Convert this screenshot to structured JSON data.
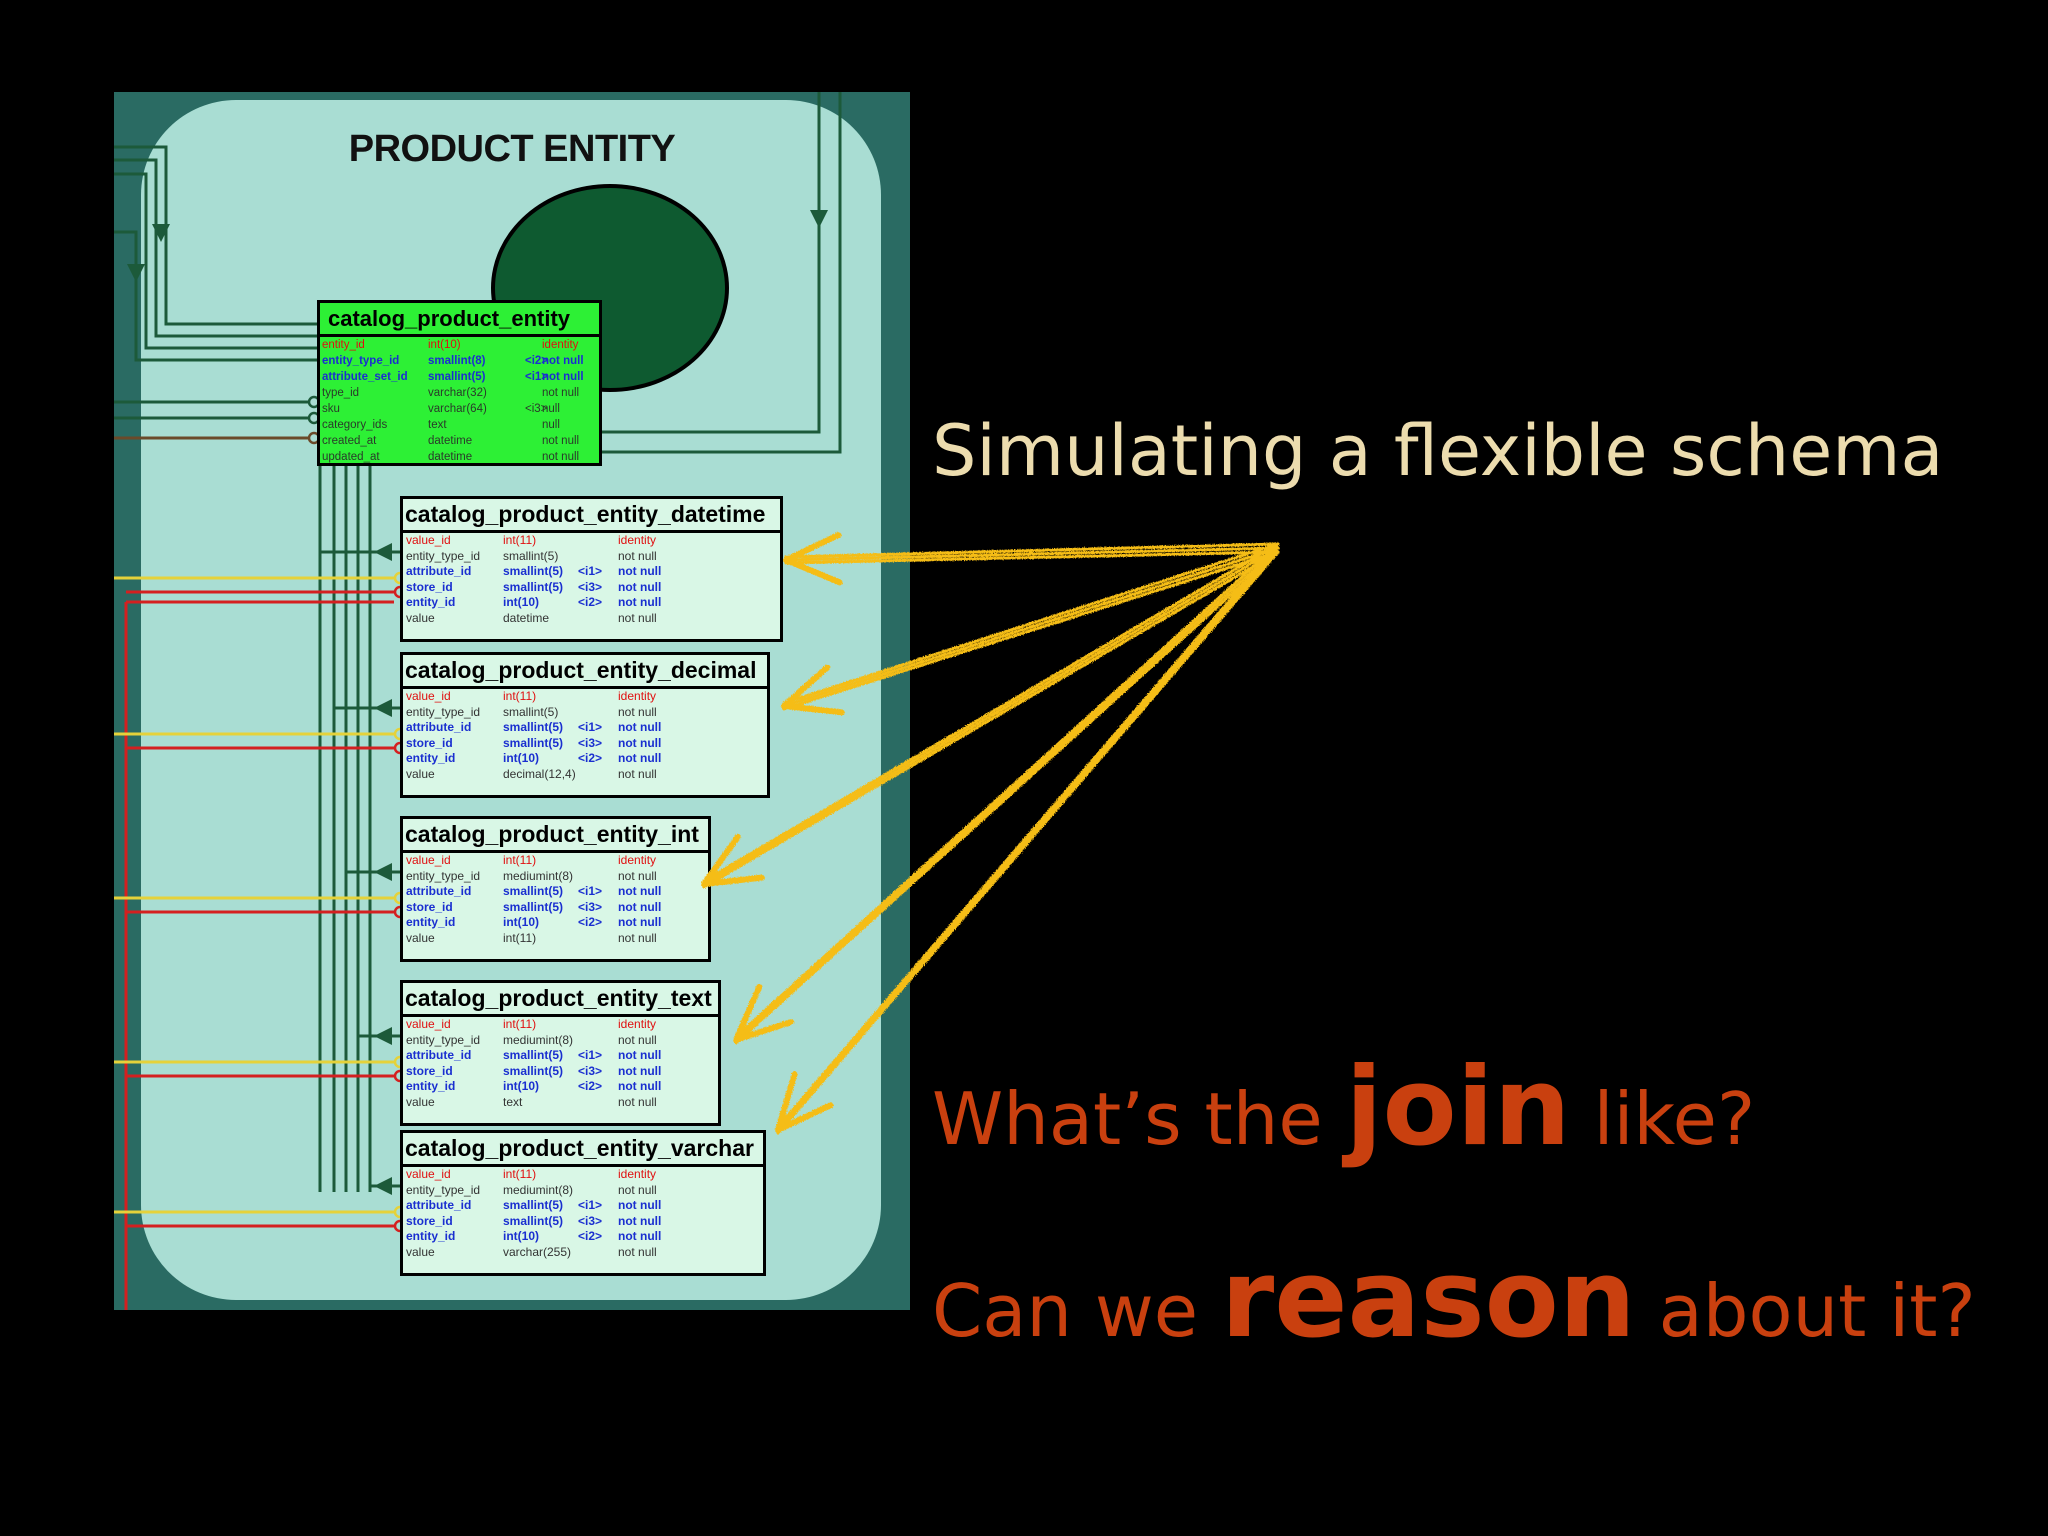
{
  "diagram": {
    "title": "PRODUCT ENTITY",
    "main_table": {
      "name": "catalog_product_entity",
      "rows": [
        {
          "col": "entity_id",
          "type": "int(10)",
          "key": "",
          "null": "identity",
          "kind": "key"
        },
        {
          "col": "entity_type_id",
          "type": "smallint(8)",
          "key": "<i2>",
          "null": "not null",
          "kind": "fk"
        },
        {
          "col": "attribute_set_id",
          "type": "smallint(5)",
          "key": "<i1>",
          "null": "not null",
          "kind": "fk"
        },
        {
          "col": "type_id",
          "type": "varchar(32)",
          "key": "",
          "null": "not null",
          "kind": "plain"
        },
        {
          "col": "sku",
          "type": "varchar(64)",
          "key": "<i3>",
          "null": "null",
          "kind": "plain"
        },
        {
          "col": "category_ids",
          "type": "text",
          "key": "",
          "null": "null",
          "kind": "plain"
        },
        {
          "col": "created_at",
          "type": "datetime",
          "key": "",
          "null": "not null",
          "kind": "plain"
        },
        {
          "col": "updated_at",
          "type": "datetime",
          "key": "",
          "null": "not null",
          "kind": "plain"
        }
      ]
    },
    "tables": [
      {
        "name": "catalog_product_entity_datetime",
        "rows": [
          {
            "col": "value_id",
            "type": "int(11)",
            "key": "",
            "null": "identity",
            "kind": "key"
          },
          {
            "col": "entity_type_id",
            "type": "smallint(5)",
            "key": "",
            "null": "not null",
            "kind": "plain"
          },
          {
            "col": "attribute_id",
            "type": "smallint(5)",
            "key": "<i1>",
            "null": "not null",
            "kind": "fk"
          },
          {
            "col": "store_id",
            "type": "smallint(5)",
            "key": "<i3>",
            "null": "not null",
            "kind": "fk"
          },
          {
            "col": "entity_id",
            "type": "int(10)",
            "key": "<i2>",
            "null": "not null",
            "kind": "fk"
          },
          {
            "col": "value",
            "type": "datetime",
            "key": "",
            "null": "not null",
            "kind": "plain"
          }
        ]
      },
      {
        "name": "catalog_product_entity_decimal",
        "rows": [
          {
            "col": "value_id",
            "type": "int(11)",
            "key": "",
            "null": "identity",
            "kind": "key"
          },
          {
            "col": "entity_type_id",
            "type": "smallint(5)",
            "key": "",
            "null": "not null",
            "kind": "plain"
          },
          {
            "col": "attribute_id",
            "type": "smallint(5)",
            "key": "<i1>",
            "null": "not null",
            "kind": "fk"
          },
          {
            "col": "store_id",
            "type": "smallint(5)",
            "key": "<i3>",
            "null": "not null",
            "kind": "fk"
          },
          {
            "col": "entity_id",
            "type": "int(10)",
            "key": "<i2>",
            "null": "not null",
            "kind": "fk"
          },
          {
            "col": "value",
            "type": "decimal(12,4)",
            "key": "",
            "null": "not null",
            "kind": "plain"
          }
        ]
      },
      {
        "name": "catalog_product_entity_int",
        "rows": [
          {
            "col": "value_id",
            "type": "int(11)",
            "key": "",
            "null": "identity",
            "kind": "key"
          },
          {
            "col": "entity_type_id",
            "type": "mediumint(8)",
            "key": "",
            "null": "not null",
            "kind": "plain"
          },
          {
            "col": "attribute_id",
            "type": "smallint(5)",
            "key": "<i1>",
            "null": "not null",
            "kind": "fk"
          },
          {
            "col": "store_id",
            "type": "smallint(5)",
            "key": "<i3>",
            "null": "not null",
            "kind": "fk"
          },
          {
            "col": "entity_id",
            "type": "int(10)",
            "key": "<i2>",
            "null": "not null",
            "kind": "fk"
          },
          {
            "col": "value",
            "type": "int(11)",
            "key": "",
            "null": "not null",
            "kind": "plain"
          }
        ]
      },
      {
        "name": "catalog_product_entity_text",
        "rows": [
          {
            "col": "value_id",
            "type": "int(11)",
            "key": "",
            "null": "identity",
            "kind": "key"
          },
          {
            "col": "entity_type_id",
            "type": "mediumint(8)",
            "key": "",
            "null": "not null",
            "kind": "plain"
          },
          {
            "col": "attribute_id",
            "type": "smallint(5)",
            "key": "<i1>",
            "null": "not null",
            "kind": "fk"
          },
          {
            "col": "store_id",
            "type": "smallint(5)",
            "key": "<i3>",
            "null": "not null",
            "kind": "fk"
          },
          {
            "col": "entity_id",
            "type": "int(10)",
            "key": "<i2>",
            "null": "not null",
            "kind": "fk"
          },
          {
            "col": "value",
            "type": "text",
            "key": "",
            "null": "not null",
            "kind": "plain"
          }
        ]
      },
      {
        "name": "catalog_product_entity_varchar",
        "rows": [
          {
            "col": "value_id",
            "type": "int(11)",
            "key": "",
            "null": "identity",
            "kind": "key"
          },
          {
            "col": "entity_type_id",
            "type": "mediumint(8)",
            "key": "",
            "null": "not null",
            "kind": "plain"
          },
          {
            "col": "attribute_id",
            "type": "smallint(5)",
            "key": "<i1>",
            "null": "not null",
            "kind": "fk"
          },
          {
            "col": "store_id",
            "type": "smallint(5)",
            "key": "<i3>",
            "null": "not null",
            "kind": "fk"
          },
          {
            "col": "entity_id",
            "type": "int(10)",
            "key": "<i2>",
            "null": "not null",
            "kind": "fk"
          },
          {
            "col": "value",
            "type": "varchar(255)",
            "key": "",
            "null": "not null",
            "kind": "plain"
          }
        ]
      }
    ]
  },
  "slide": {
    "subtitle": "Simulating a flexible schema",
    "question1": {
      "before": "What’s the ",
      "emphasis": "join",
      "after": " like?"
    },
    "question2": {
      "before": "Can we ",
      "emphasis": "reason",
      "after": " about it?"
    }
  },
  "colors": {
    "background": "#000000",
    "subtitle": "#ecdcae",
    "questions": "#c9400f",
    "arrows": "#f5bd16",
    "panel": "#a9ddd3",
    "main_table": "#2df035"
  }
}
